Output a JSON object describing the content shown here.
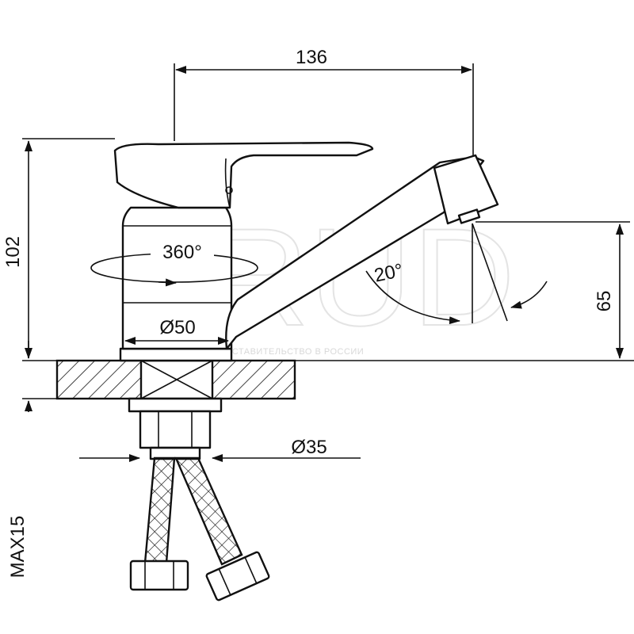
{
  "drawing": {
    "watermark": "FRUD",
    "watermark_subtitle": "ОФИЦИАЛЬНОЕ ПРЕДСТАВИТЕЛЬСТВО В РОССИИ",
    "dimensions": {
      "width_top": "136",
      "height_total": "102",
      "spout_height": "65",
      "rotation": "360°",
      "spout_angle": "20°",
      "body_diameter": "Ø50",
      "hole_diameter": "Ø35",
      "max_thickness": "MAX15"
    }
  }
}
